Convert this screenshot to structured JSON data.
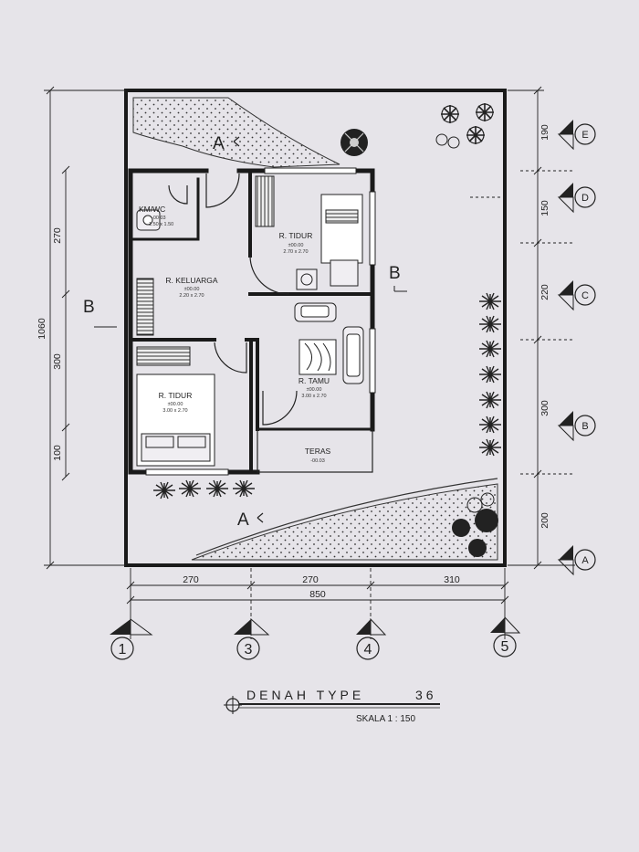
{
  "title": {
    "main": "DENAH TYPE",
    "type_no": "36",
    "scale": "SKALA 1 : 150"
  },
  "rooms": {
    "kmwc": {
      "name": "KM/WC",
      "elev": "-00.03",
      "size": "1.50 x 1.50"
    },
    "tidur_top": {
      "name": "R. TIDUR",
      "elev": "±00.00",
      "size": "2.70 x 2.70"
    },
    "keluarga": {
      "name": "R. KELUARGA",
      "elev": "±00.00",
      "size": "2.20 x 2.70"
    },
    "tamu": {
      "name": "R. TAMU",
      "elev": "±00.00",
      "size": "3.00 x 2.70"
    },
    "tidur_bottom": {
      "name": "R. TIDUR",
      "elev": "±00.00",
      "size": "3.00 x 2.70"
    },
    "teras": {
      "name": "TERAS",
      "elev": "-00.03"
    }
  },
  "dimensions": {
    "bottom": [
      "270",
      "270",
      "310"
    ],
    "bottom_total": "850",
    "left": [
      "270",
      "300",
      "100"
    ],
    "left_total": "1060",
    "right": [
      "190",
      "150",
      "220",
      "300",
      "200"
    ]
  },
  "sections": {
    "a_top": "A",
    "a_bottom": "A",
    "b_left": "B",
    "b_right": "B"
  },
  "grid_numbers": [
    "1",
    "3",
    "4",
    "5"
  ],
  "grid_letters": [
    "E",
    "D",
    "C",
    "B",
    "A"
  ]
}
